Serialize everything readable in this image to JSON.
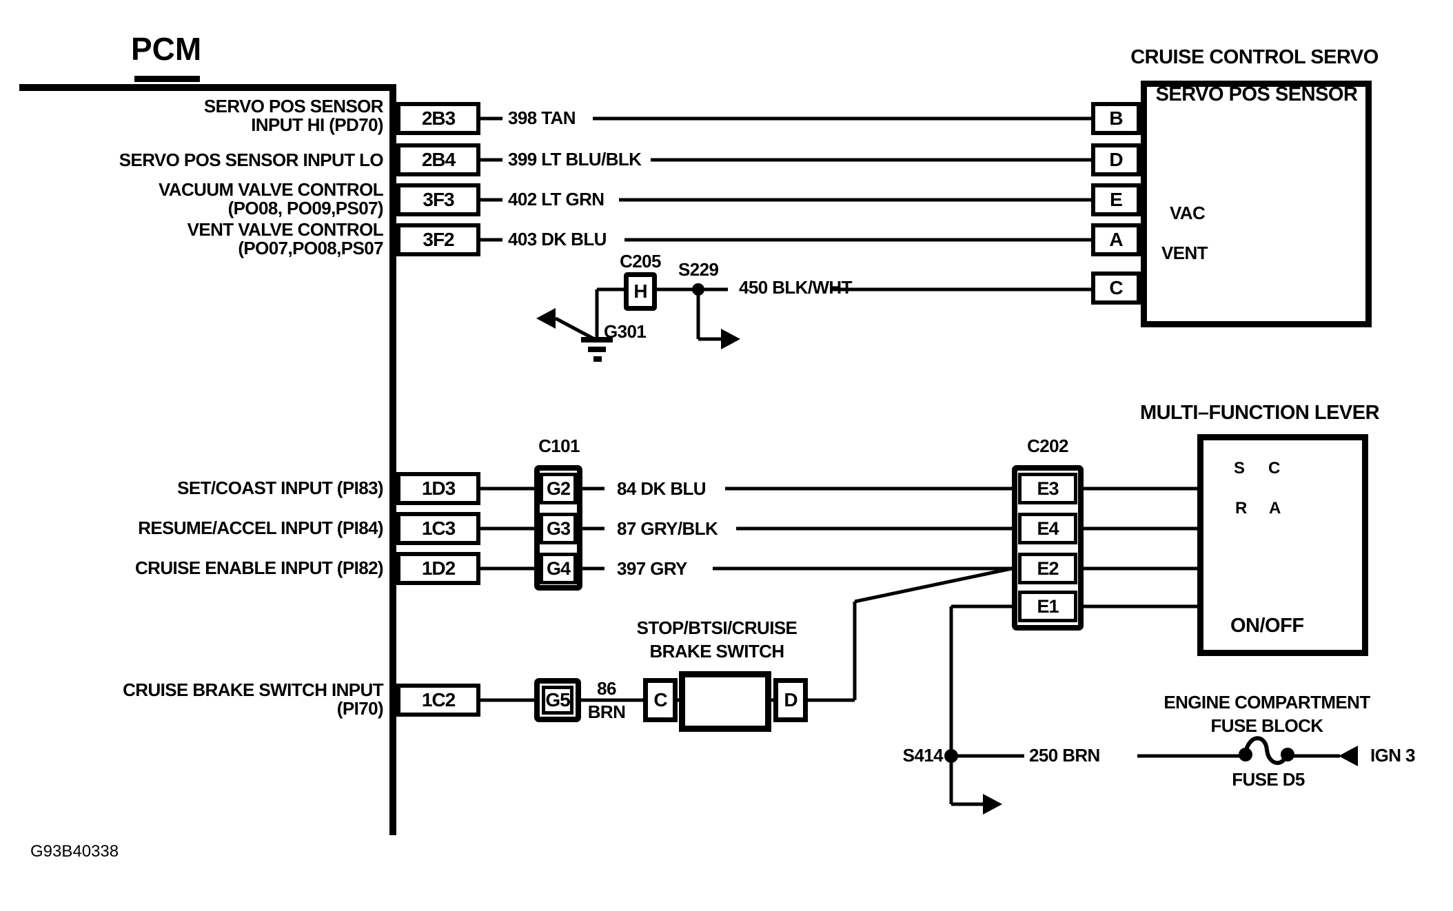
{
  "diagram_id": "G93B40338",
  "pcm": {
    "title": "PCM",
    "pins": [
      {
        "id": "2B3",
        "label": [
          "SERVO POS SENSOR",
          "INPUT HI (PD70)"
        ]
      },
      {
        "id": "2B4",
        "label": [
          "SERVO POS SENSOR INPUT LO"
        ]
      },
      {
        "id": "3F3",
        "label": [
          "VACUUM VALVE CONTROL",
          "(PO08, PO09,PS07)"
        ]
      },
      {
        "id": "3F2",
        "label": [
          "VENT VALVE CONTROL",
          "(PO07,PO08,PS07"
        ]
      },
      {
        "id": "1D3",
        "label": [
          "SET/COAST INPUT (PI83)"
        ]
      },
      {
        "id": "1C3",
        "label": [
          "RESUME/ACCEL INPUT (PI84)"
        ]
      },
      {
        "id": "1D2",
        "label": [
          "CRUISE ENABLE INPUT (PI82)"
        ]
      },
      {
        "id": "1C2",
        "label": [
          "CRUISE BRAKE SWITCH INPUT",
          "(PI70)"
        ]
      }
    ]
  },
  "wires": {
    "w398": "398 TAN",
    "w399": "399 LT BLU/BLK",
    "w402": "402 LT GRN",
    "w403": "403 DK BLU",
    "w450": "450 BLK/WHT",
    "w84": "84 DK BLU",
    "w87": "87 GRY/BLK",
    "w397": "397 GRY",
    "w86_num": "86",
    "w86_color": "BRN",
    "w250": "250 BRN"
  },
  "servo": {
    "title": "CRUISE CONTROL SERVO",
    "sensor_label": "SERVO POS SENSOR",
    "vac": "VAC",
    "vent": "VENT",
    "pins": [
      "B",
      "D",
      "E",
      "A",
      "C"
    ]
  },
  "connectors": {
    "c205": "C205",
    "c205_pin": "H",
    "c101": "C101",
    "c101_pins": [
      "G2",
      "G3",
      "G4"
    ],
    "c202": "C202",
    "c202_pins": [
      "E3",
      "E4",
      "E2",
      "E1"
    ],
    "g5": "G5"
  },
  "grounds": {
    "g301": "G301"
  },
  "splices": {
    "s229": "S229",
    "s414": "S414"
  },
  "lever": {
    "title": "MULTI–FUNCTION LEVER",
    "sc_left": "S",
    "sc_right": "C",
    "ra_left": "R",
    "ra_right": "A",
    "onoff": "ON/OFF"
  },
  "brake_switch": {
    "title_line1": "STOP/BTSI/CRUISE",
    "title_line2": "BRAKE SWITCH",
    "pin_left": "C",
    "pin_right": "D"
  },
  "fuse": {
    "block_line1": "ENGINE COMPARTMENT",
    "block_line2": "FUSE BLOCK",
    "name": "FUSE D5",
    "source": "IGN 3"
  },
  "colors": {
    "ink": "#000000",
    "paper": "#ffffff"
  }
}
